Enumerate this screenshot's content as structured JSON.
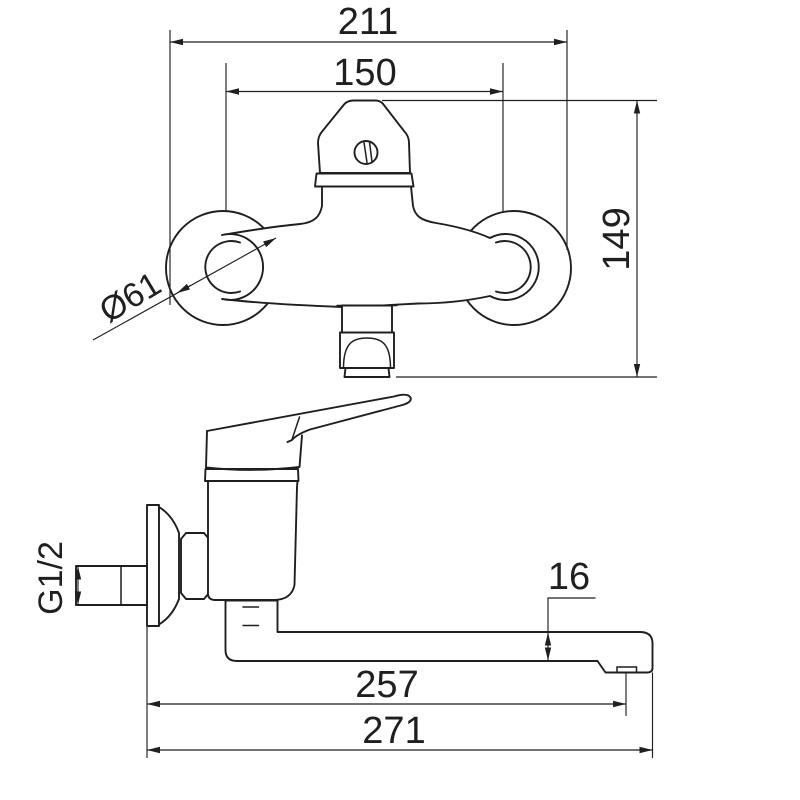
{
  "colors": {
    "background": "#ffffff",
    "line": "#1f1f1f"
  },
  "front_view": {
    "dims": {
      "overall_width": "211",
      "hole_centers": "150",
      "overall_height": "149",
      "escutcheon_diameter": "Ø61"
    }
  },
  "side_view": {
    "dims": {
      "inlet_thread": "G1/2",
      "spout_section_height": "16",
      "spout_reach": "257",
      "overall_depth": "271"
    }
  }
}
